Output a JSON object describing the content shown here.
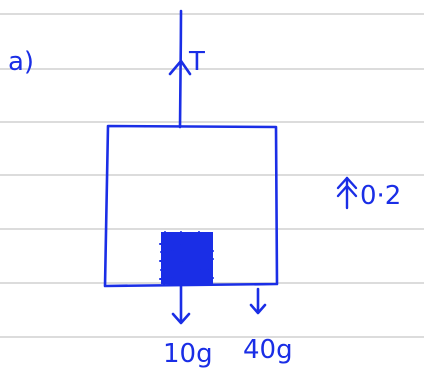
{
  "colors": {
    "ink": "#1a2ee6",
    "ruled_line": "#c8c8c8",
    "background": "#ffffff"
  },
  "labels": {
    "part": "a)",
    "tension": "T",
    "acceleration": "0·2",
    "weight_small": "10g",
    "weight_large": "40g"
  }
}
